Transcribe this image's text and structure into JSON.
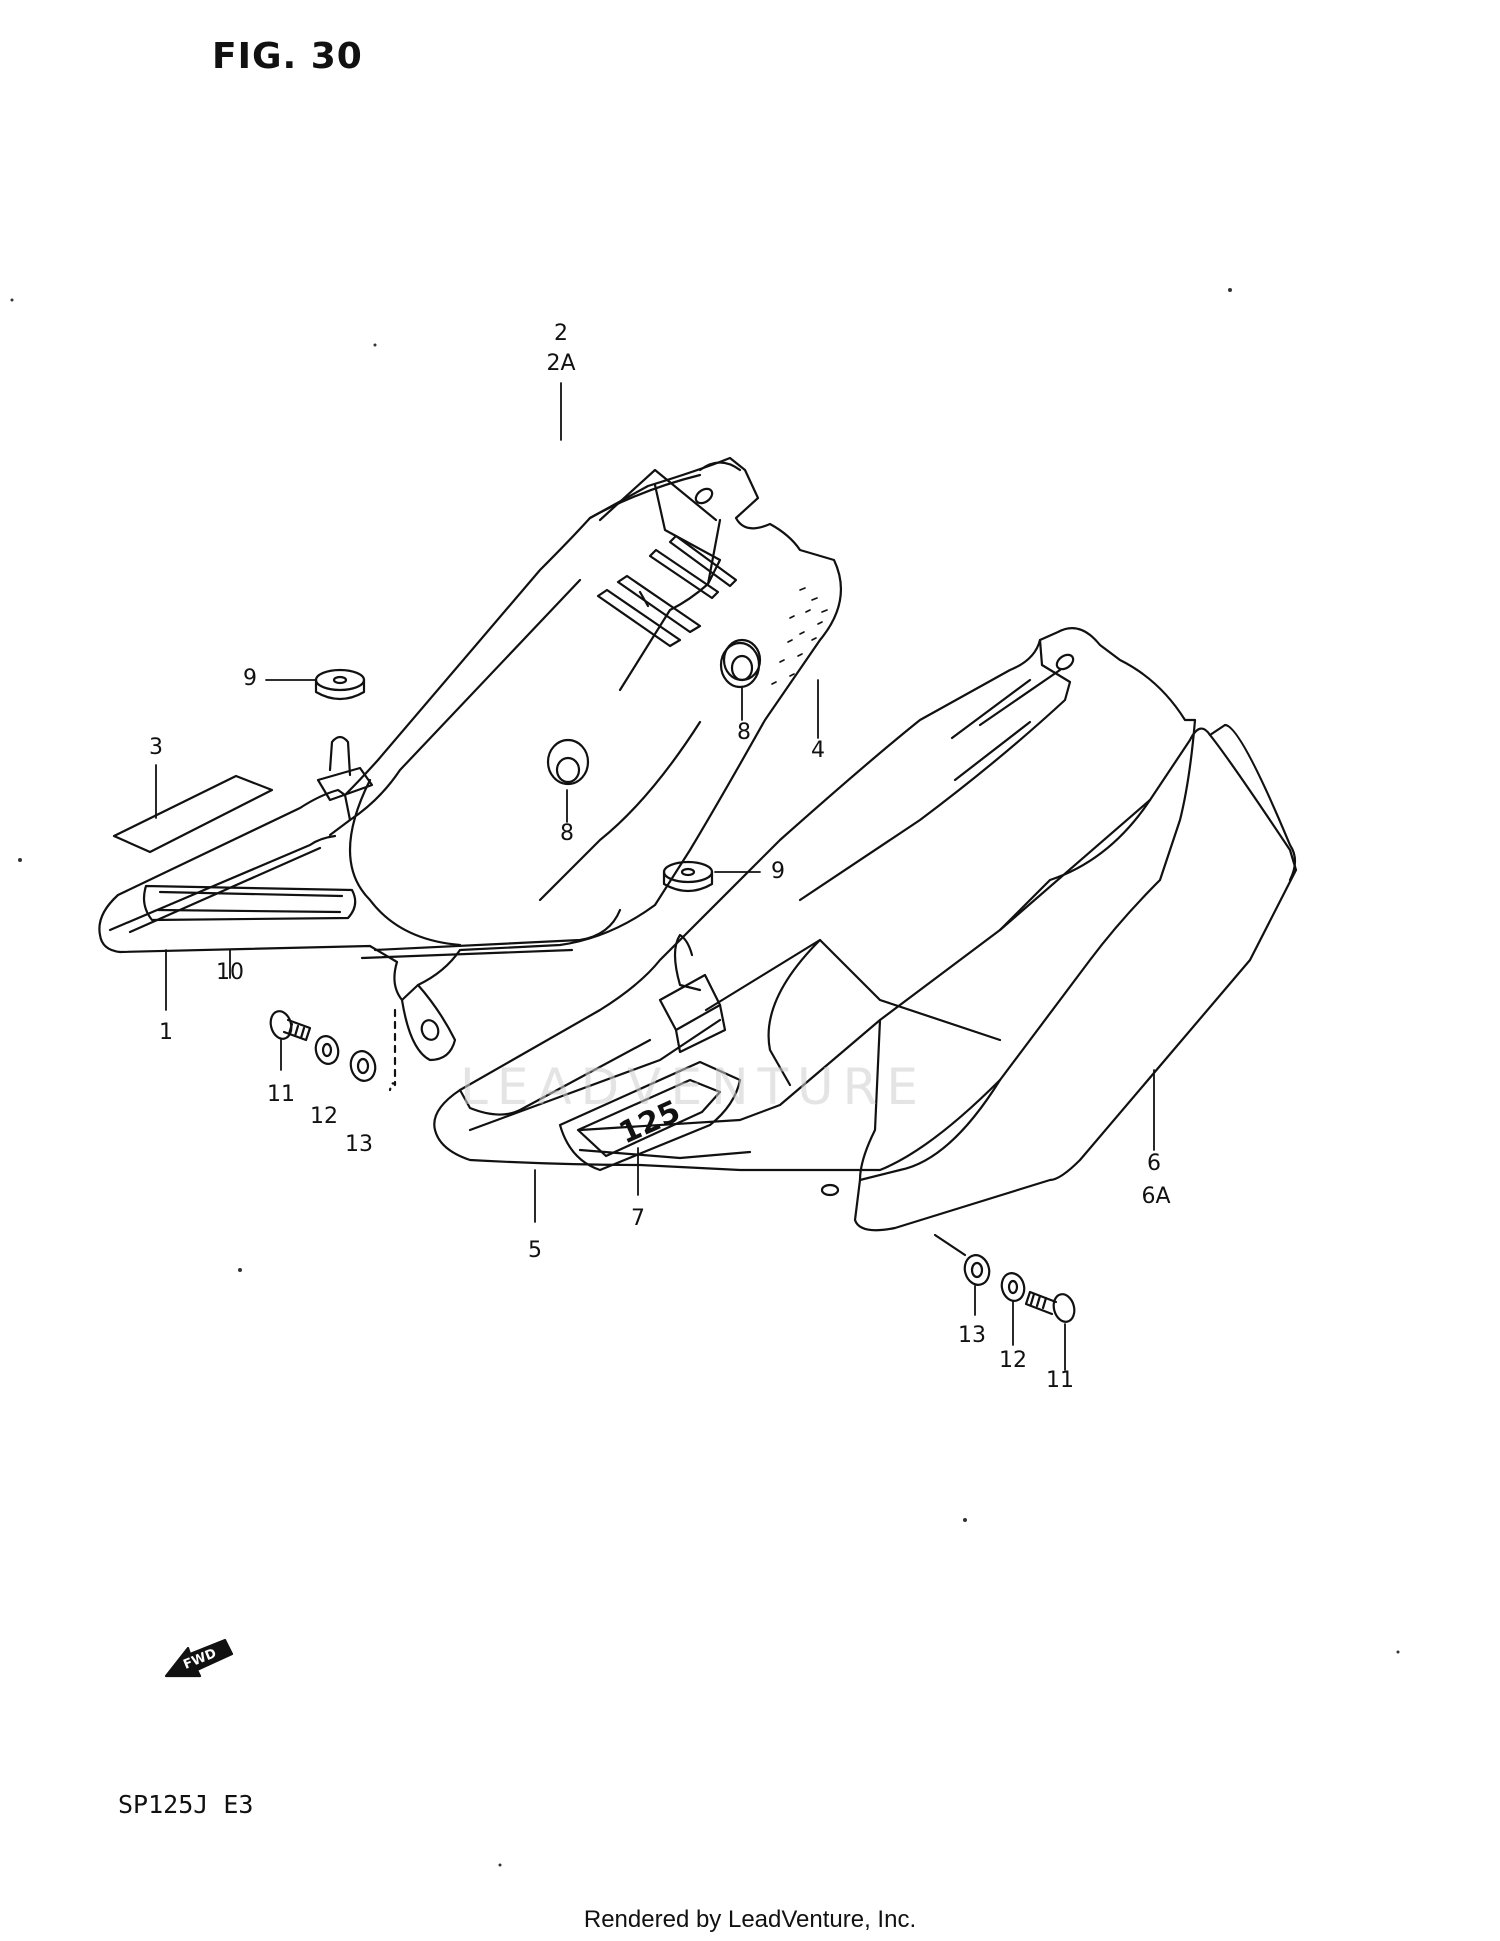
{
  "figure": {
    "title": "FIG. 30",
    "model": "SP125J  E3"
  },
  "footer": "Rendered by LeadVenture, Inc.",
  "watermark": "LEADVENTURE",
  "direction_marker": "FWD",
  "decal_text": "125",
  "callouts": {
    "c1": "1",
    "c2": "2",
    "c2a": "2A",
    "c3": "3",
    "c4": "4",
    "c5": "5",
    "c6": "6",
    "c6a": "6A",
    "c7": "7",
    "c8a": "8",
    "c8b": "8",
    "c9a": "9",
    "c9b": "9",
    "c10": "10",
    "c11a": "11",
    "c12a": "12",
    "c13a": "13",
    "c11b": "11",
    "c12b": "12",
    "c13b": "13"
  },
  "colors": {
    "line": "#111111",
    "background": "#ffffff",
    "watermark": "#cfcfcf"
  }
}
